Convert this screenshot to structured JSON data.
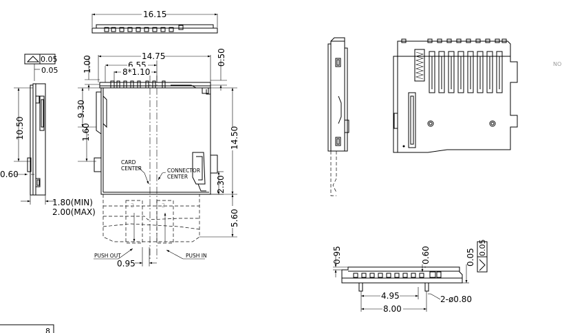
{
  "dimensions": {
    "top_width": "16.15",
    "body_width": "14.75",
    "dim_6_55": "6.55",
    "pitch": "8*1.10",
    "dim_1_00": "1.00",
    "dim_0_50": "0.50",
    "dim_9_30": "9.30",
    "dim_1_60": "1.60",
    "body_length": "14.50",
    "dim_2_30": "2.30",
    "dim_5_60": "5.60",
    "dim_0_95_bottom": "0.95",
    "side_height": "10.50",
    "side_0_60": "0.60",
    "min_height": "1.80(MIN)",
    "max_height": "2.00(MAX)",
    "side_0_05": "0.05",
    "flat_0_05": "0.05",
    "front_0_95": "0.95",
    "front_0_60": "0.60",
    "front_0_05": "0.05",
    "front_4_95": "4.95",
    "front_8_00": "8.00",
    "front_hole": "2-ø0.80"
  },
  "labels": {
    "card_center": [
      "CARD",
      "CENTER"
    ],
    "connector_center": [
      "CONNECTOR",
      "CENTER"
    ],
    "push_out": "PUSH OUT",
    "push_in": "PUSH IN",
    "corner_label": "NO",
    "bottom_fragment": "8"
  }
}
